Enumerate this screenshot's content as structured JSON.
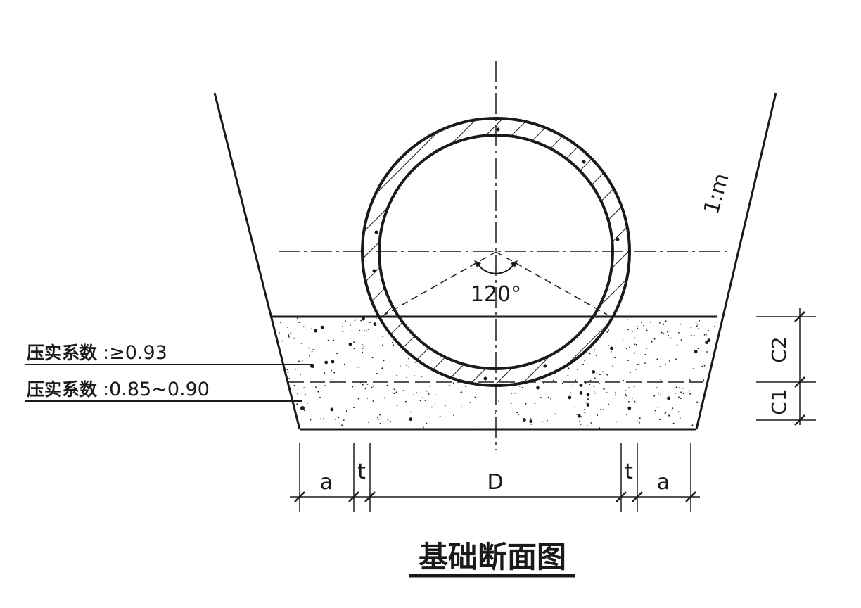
{
  "title": "基础断面图",
  "slope_label": "1:m",
  "angle_label": "120°",
  "compaction": [
    {
      "label": "压实系数",
      "value": ":≥0.93"
    },
    {
      "label": "压实系数",
      "value": ":0.85~0.90"
    }
  ],
  "dims": {
    "bottom": [
      "a",
      "t",
      "D",
      "t",
      "a"
    ],
    "right": [
      "C2",
      "C1"
    ]
  },
  "colors": {
    "line": "#1a1a1a",
    "background": "#ffffff"
  }
}
